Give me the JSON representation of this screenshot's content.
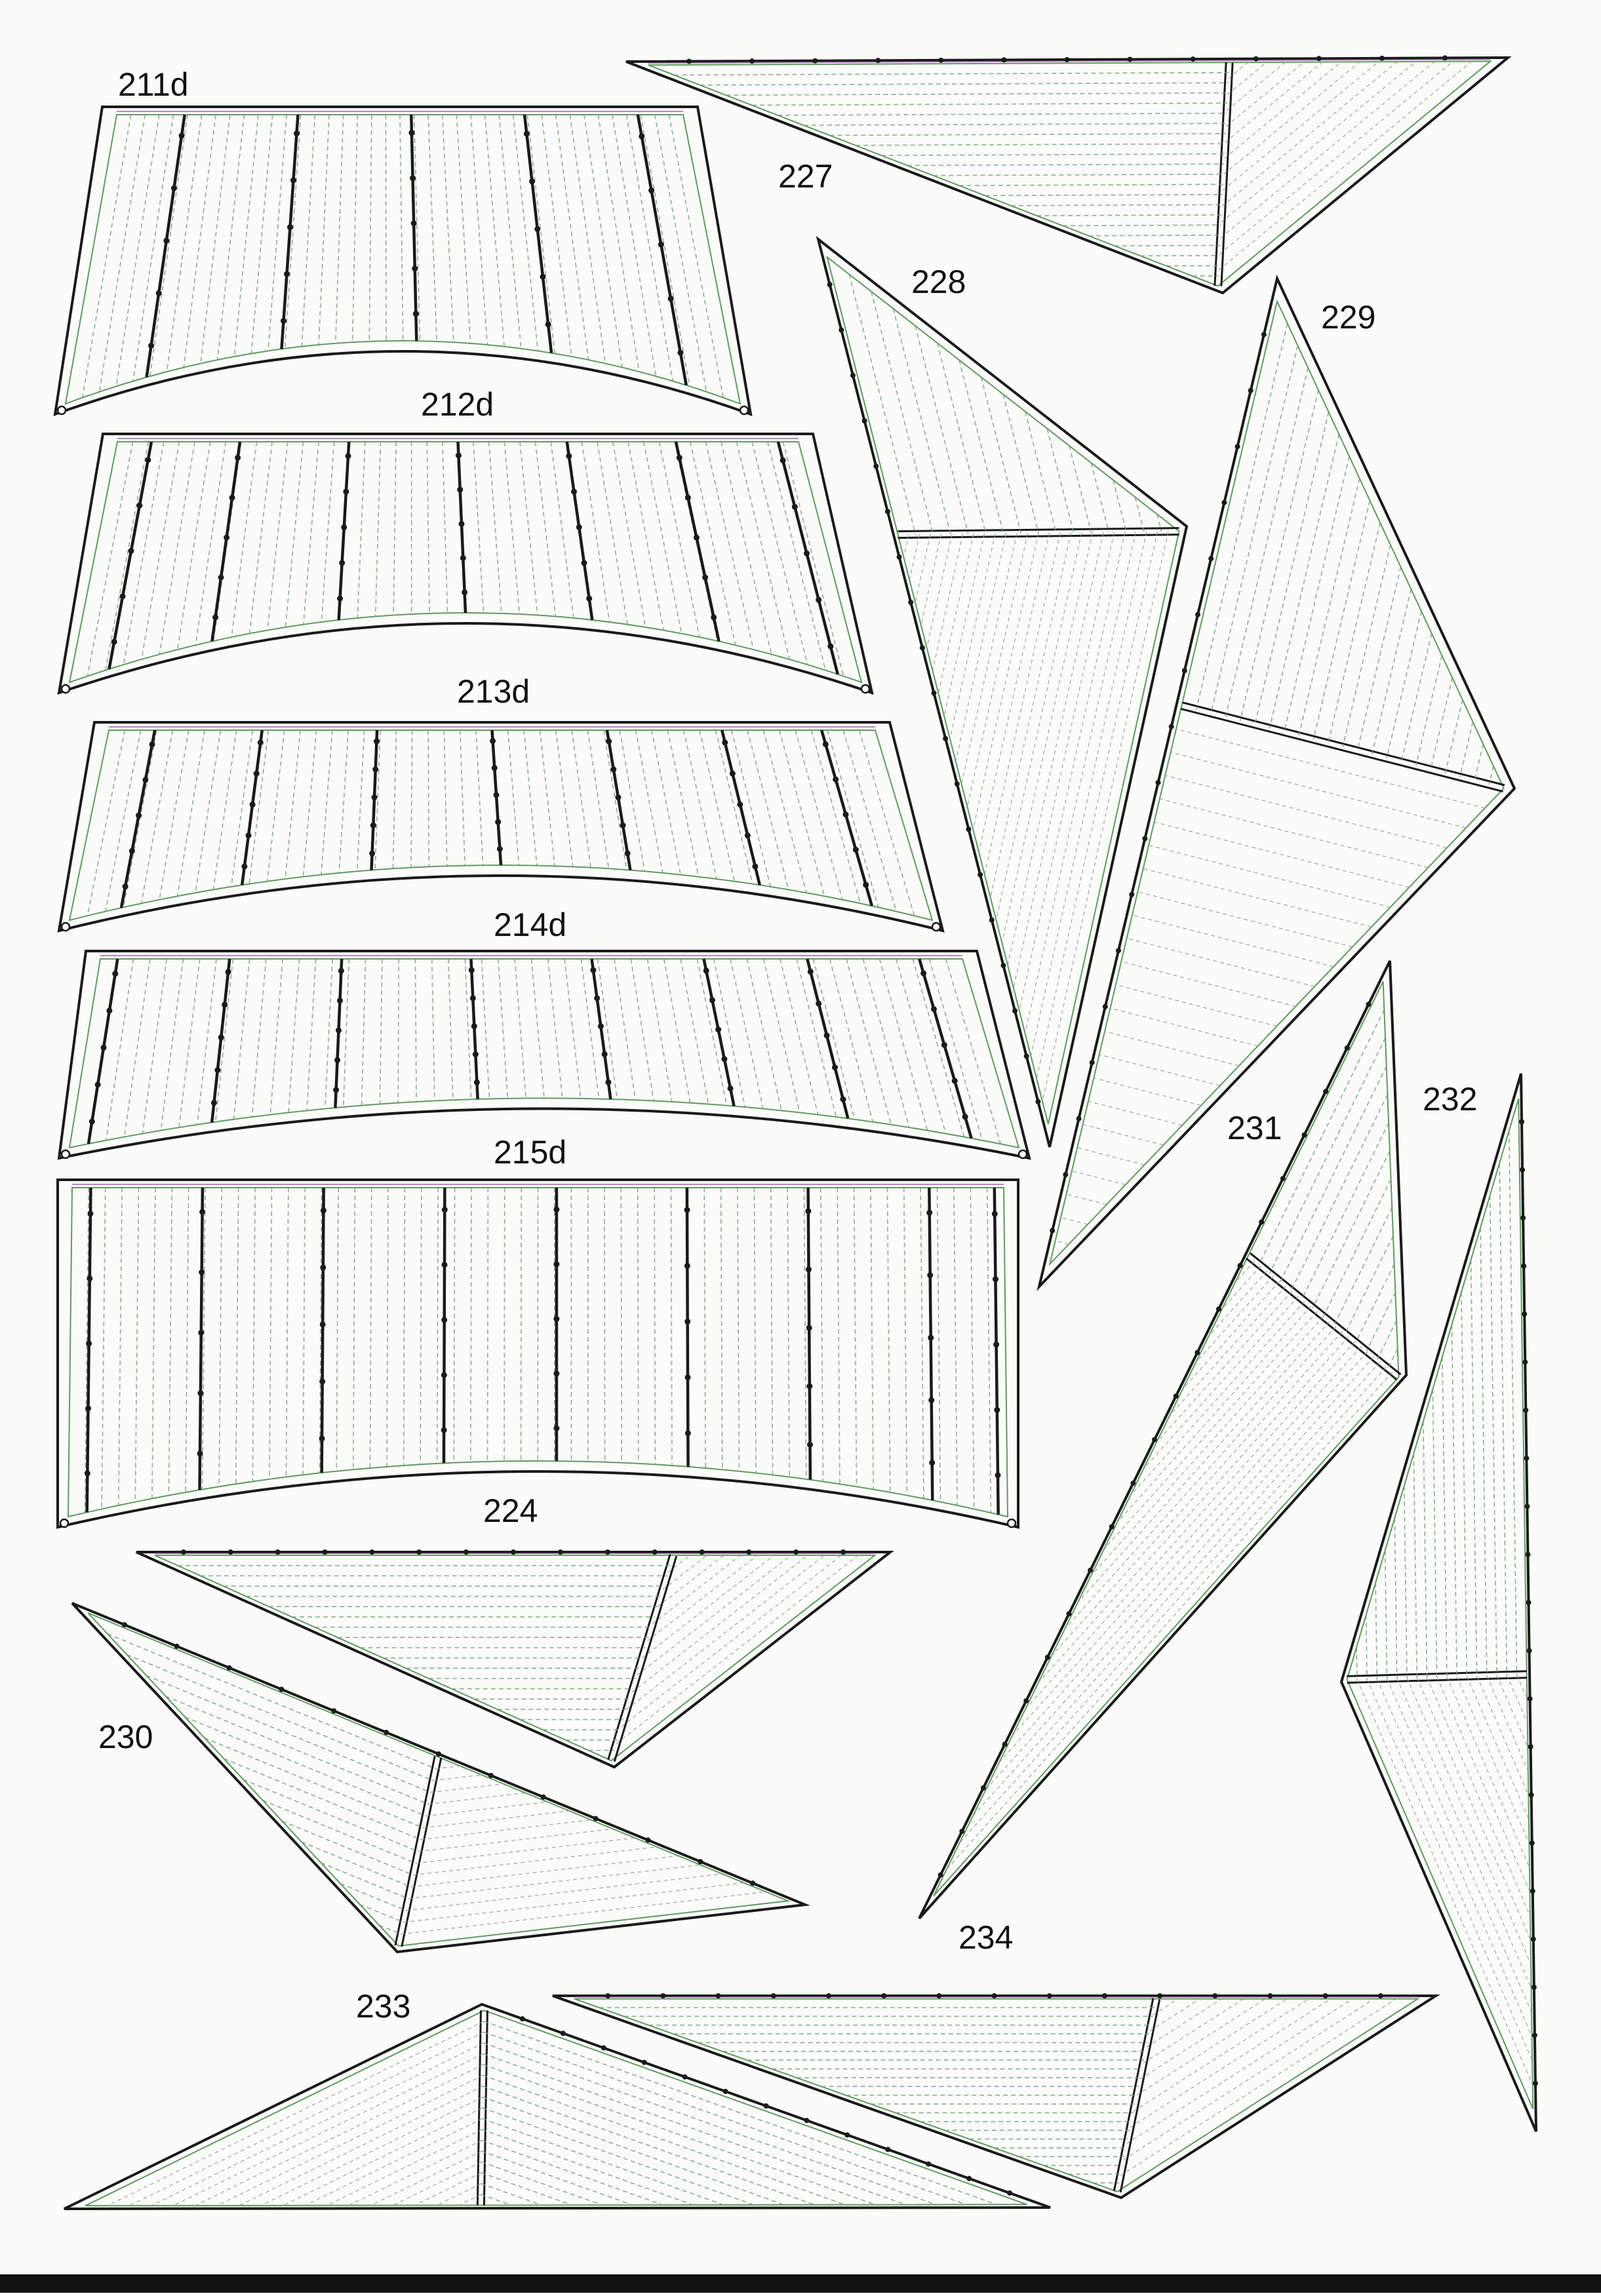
{
  "sheet": {
    "colors": {
      "outline": "#1a1a1a",
      "inner_green": "#2f7a2f",
      "inner_purple": "#8a3b9e",
      "hatch": "#7aa07a",
      "background": "#fbfbfa"
    },
    "parts": [
      {
        "id": "211d",
        "label": "211d",
        "shape": "square-sail"
      },
      {
        "id": "212d",
        "label": "212d",
        "shape": "square-sail"
      },
      {
        "id": "213d",
        "label": "213d",
        "shape": "square-sail"
      },
      {
        "id": "214d",
        "label": "214d",
        "shape": "square-sail"
      },
      {
        "id": "215d",
        "label": "215d",
        "shape": "square-sail"
      },
      {
        "id": "224",
        "label": "224",
        "shape": "triangular-sail"
      },
      {
        "id": "227",
        "label": "227",
        "shape": "triangular-sail"
      },
      {
        "id": "228",
        "label": "228",
        "shape": "triangular-sail"
      },
      {
        "id": "229",
        "label": "229",
        "shape": "triangular-sail"
      },
      {
        "id": "230",
        "label": "230",
        "shape": "triangular-sail"
      },
      {
        "id": "231",
        "label": "231",
        "shape": "triangular-sail"
      },
      {
        "id": "232",
        "label": "232",
        "shape": "triangular-sail"
      },
      {
        "id": "233",
        "label": "233",
        "shape": "triangular-sail"
      },
      {
        "id": "234",
        "label": "234",
        "shape": "triangular-sail"
      }
    ]
  }
}
